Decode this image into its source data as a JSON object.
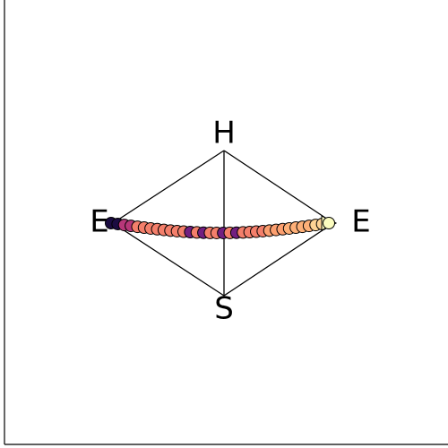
{
  "diagram": {
    "labels": {
      "top": "H",
      "bottom": "S",
      "left": "E",
      "right": "E"
    }
  },
  "colors": {
    "axes": "#000000",
    "edges": "#000000",
    "marker_stroke": "#000000",
    "path_colors": [
      "#1b0c41",
      "#3b0f70",
      "#721f81",
      "#b73779",
      "#f1605d",
      "#f47f6b",
      "#fb8861",
      "#fc9f6f",
      "#feb078",
      "#fed395",
      "#fcfdbf"
    ]
  },
  "path": {
    "point_count": 34,
    "last_point_marker": "triangle"
  }
}
